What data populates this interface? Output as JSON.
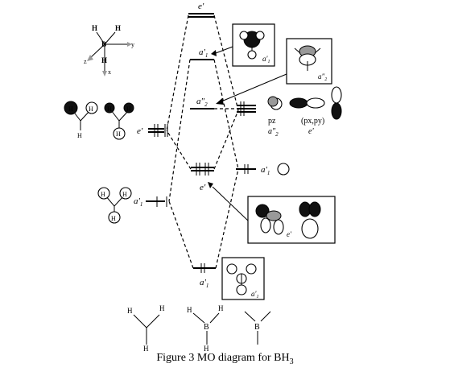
{
  "figure": {
    "caption_prefix": "Figure 3 MO diagram for BH",
    "caption_subscript": "3"
  },
  "axes_inset": {
    "h_top_left": "H",
    "h_top_right": "H",
    "boron": "B",
    "h_bottom": "H",
    "axis_y": "y",
    "axis_z": "z",
    "axis_x": "x"
  },
  "mo_labels": {
    "top_e": "e'",
    "a1_upper": "a'",
    "a1_upper_sub": "1",
    "a2_doubleprime": "a",
    "a2_doubleprime_marks": "″",
    "a2_doubleprime_sub": "2",
    "e_bonding": "e'",
    "a1_lower": "a'",
    "a1_lower_sub": "1"
  },
  "left_fragment": {
    "e_label": "e'",
    "a1_label": "a'",
    "a1_sub": "1",
    "h": "H"
  },
  "right_fragment": {
    "pz": "pz",
    "pz_sym": "a″",
    "pz_sym_sub": "2",
    "pxpy": "(px,py)",
    "pxpy_sym": "e'",
    "s_sym": "a'",
    "s_sym_sub": "1"
  },
  "box_labels": {
    "box_a1_upper": "a'",
    "box_a1_upper_sub": "1",
    "box_a2": "a″",
    "box_a2_sub": "2",
    "box_e": "e'",
    "box_a1_lower": "a'",
    "box_a1_lower_sub": "1"
  },
  "bottom_structures": {
    "h": "H",
    "b": "B"
  }
}
